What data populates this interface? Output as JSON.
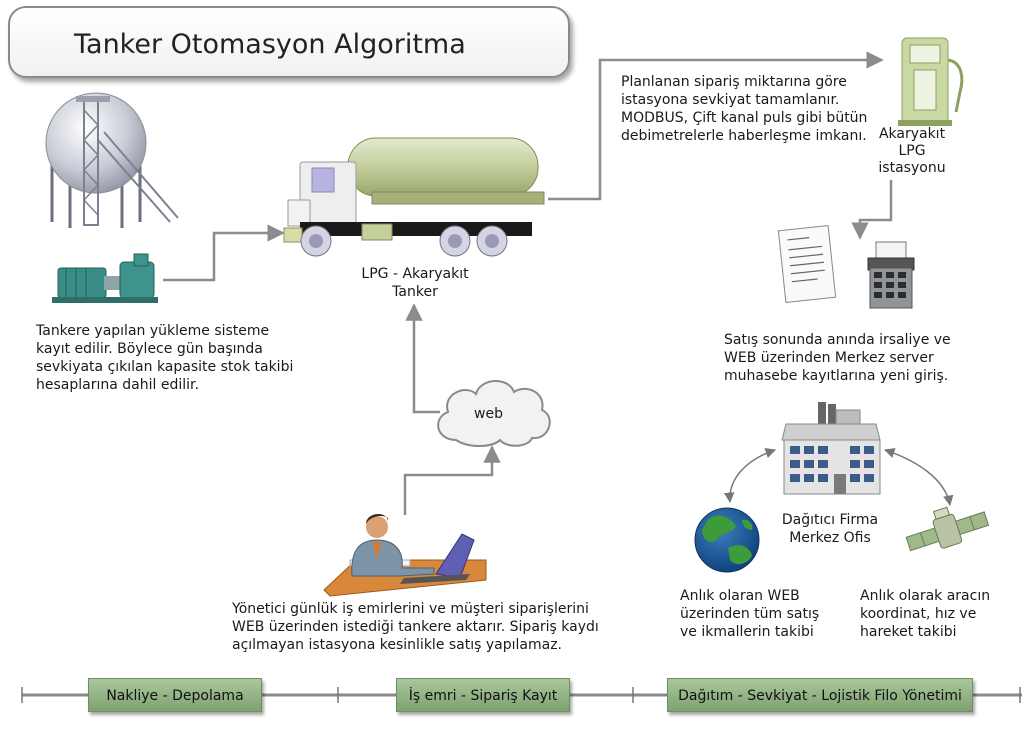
{
  "title": "Tanker Otomasyon Algoritma",
  "nodes": {
    "tanker_label": [
      "LPG - Akaryakıt",
      "Tanker"
    ],
    "web_label": "web",
    "station_label": [
      "Akaryakıt",
      "LPG",
      "istasyonu"
    ],
    "office_label": [
      "Dağıtıcı Firma",
      "Merkez Ofis"
    ]
  },
  "texts": {
    "loading": [
      "Tankere yapılan yükleme sisteme",
      "kayıt edilir. Böylece gün başında",
      "sevkiyata çıkılan kapasite stok takibi",
      "hesaplarına dahil edilir."
    ],
    "shipment": [
      "Planlanan sipariş miktarına göre",
      "istasyona sevkiyat tamamlanır.",
      "MODBUS, Çift kanal puls gibi bütün",
      "debimetrelerle haberleşme imkanı."
    ],
    "sales": [
      "Satış sonunda anında irsaliye ve",
      "WEB üzerinden Merkez server",
      "muhasebe kayıtlarına yeni giriş."
    ],
    "manager": [
      "Yönetici günlük iş emirlerini ve müşteri siparişlerini",
      "WEB üzerinden istediği tankere aktarır. Sipariş kaydı",
      "açılmayan istasyona kesinlikle satış yapılamaz."
    ],
    "web_tracking": [
      "Anlık olaran WEB",
      "üzerinden tüm satış",
      "ve ikmallerin takibi"
    ],
    "gps_tracking": [
      "Anlık olarak aracın",
      "koordinat, hız ve",
      "hareket takibi"
    ]
  },
  "stages": [
    "Nakliye - Depolama",
    "İş emri - Sipariş Kayıt",
    "Dağıtım - Sevkiyat - Lojistik Filo Yönetimi"
  ],
  "colors": {
    "stage_fill": "#8fb07f",
    "connector": "#8c8c8c",
    "tank_green": "#c8d4a4"
  }
}
